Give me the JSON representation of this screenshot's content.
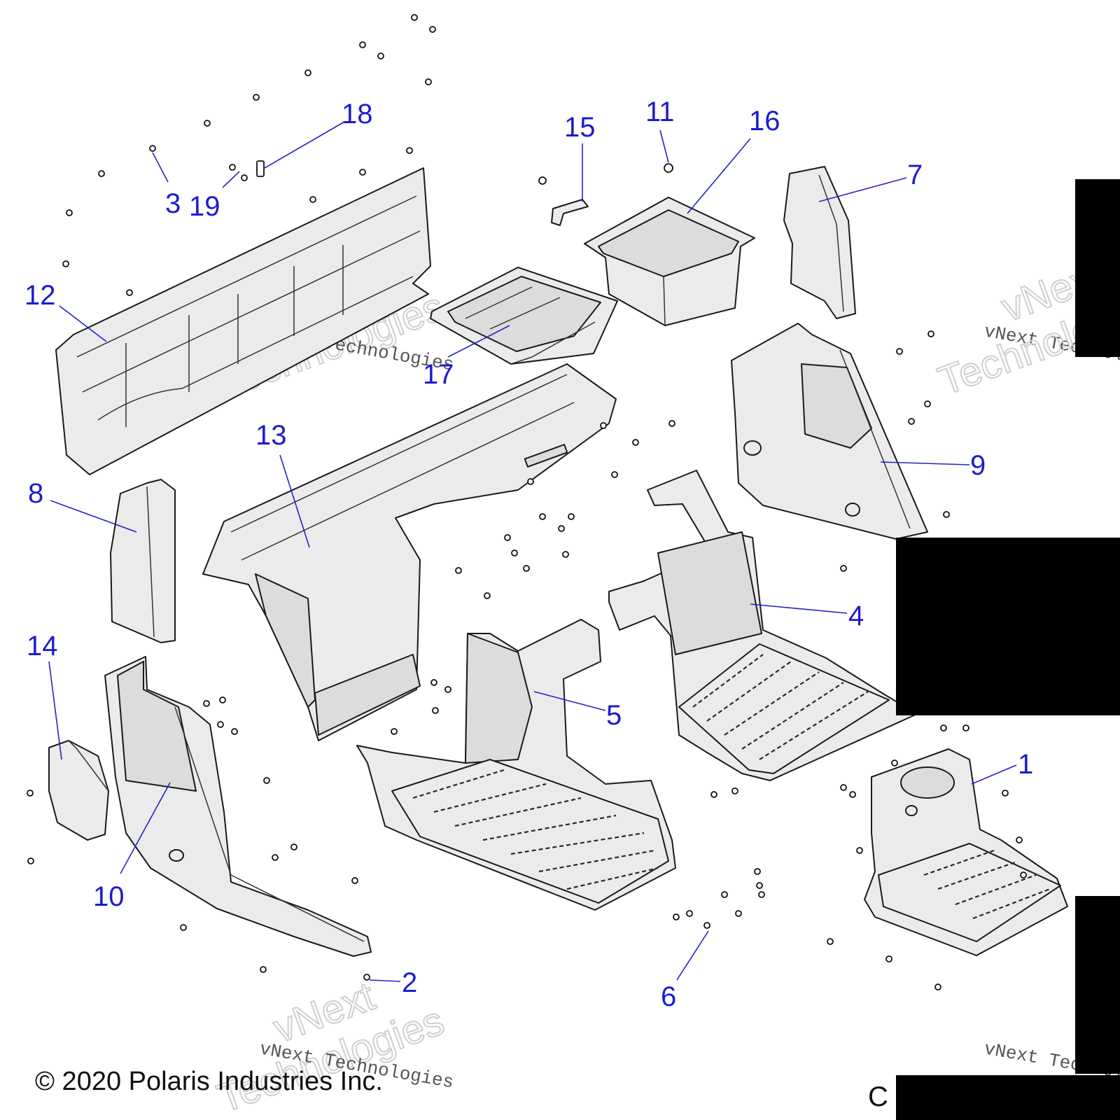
{
  "diagram": {
    "callouts": [
      "18",
      "15",
      "11",
      "16",
      "7",
      "3",
      "19",
      "12",
      "17",
      "13",
      "8",
      "9",
      "4",
      "14",
      "5",
      "1",
      "10",
      "2",
      "6"
    ],
    "watermark": {
      "line": "vNext Technologies",
      "word1": "vNext",
      "word2": "Technologies",
      "word2_partial": "Technolo"
    },
    "copyright": "© 2020 Polaris Industries Inc.",
    "figure_code_visible": "C"
  }
}
